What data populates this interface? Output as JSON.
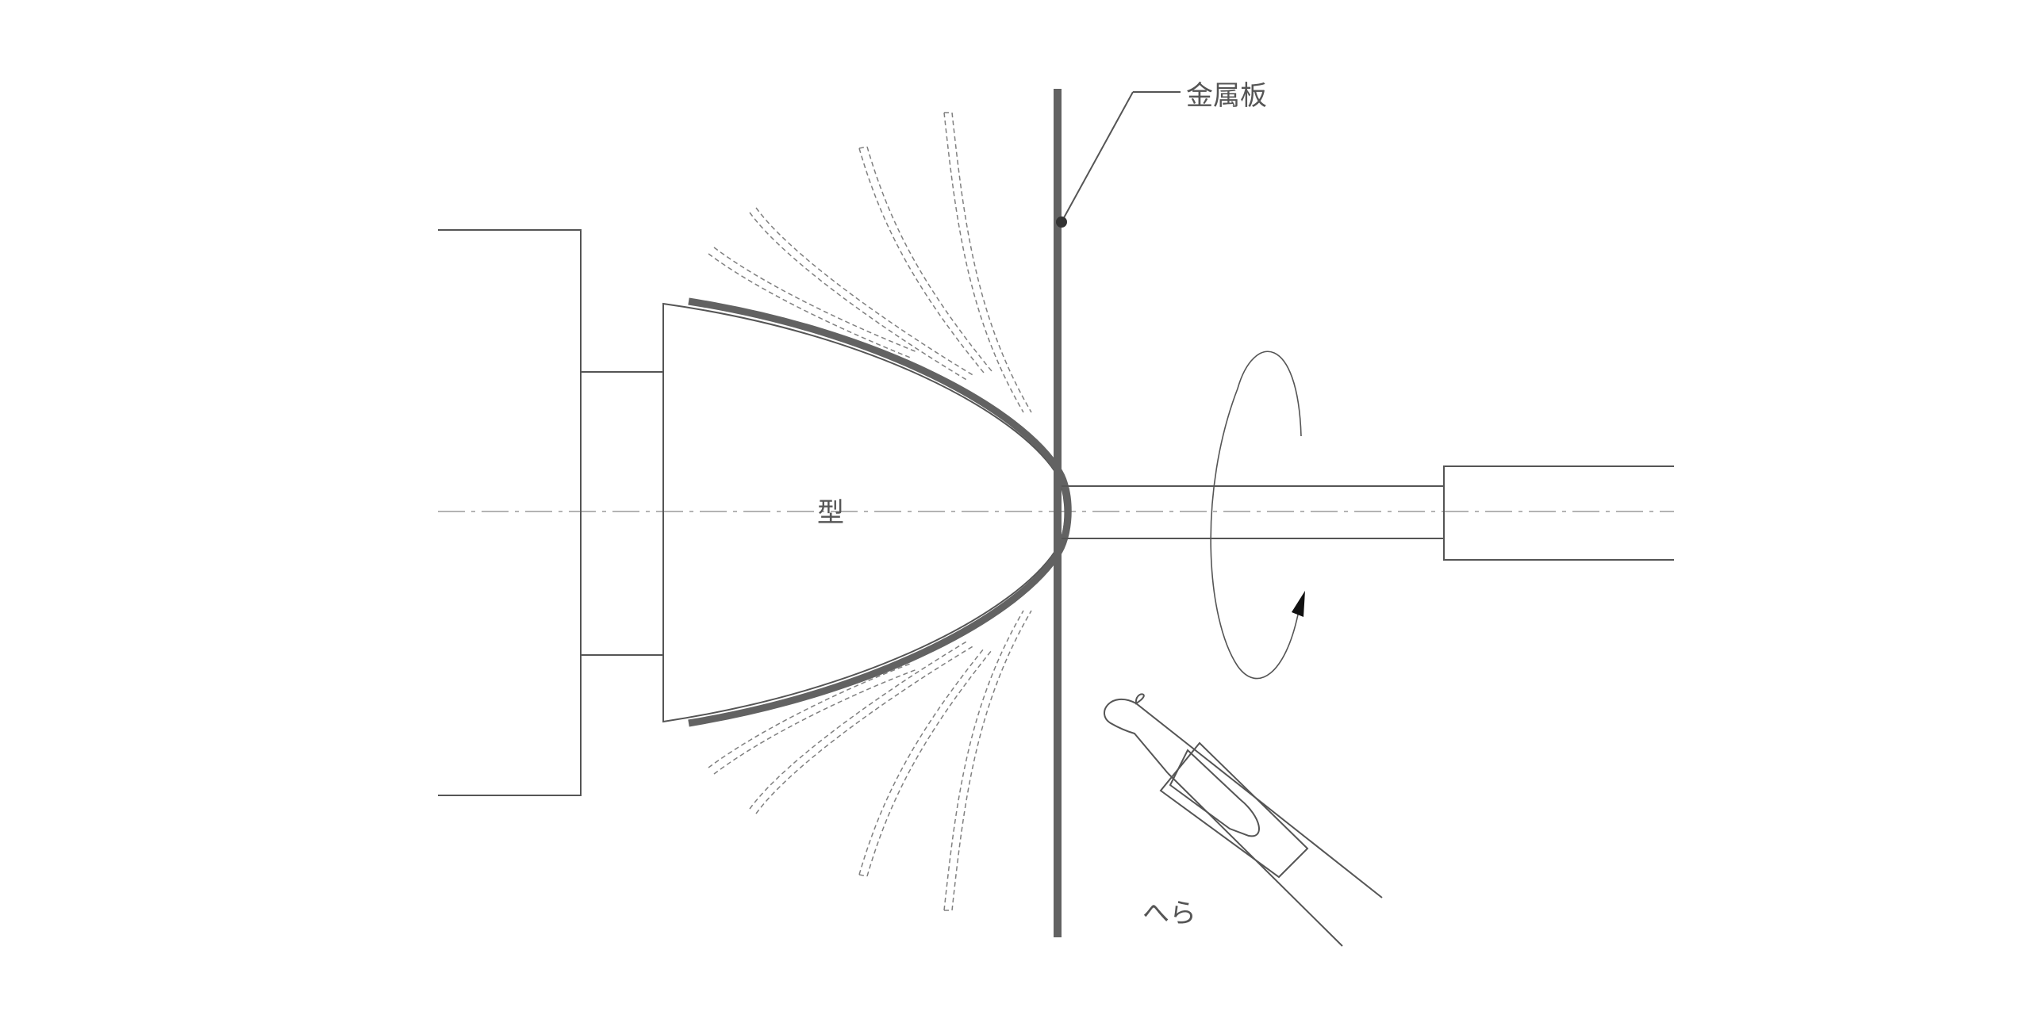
{
  "labels": {
    "metal_sheet": "金属板",
    "mold": "型",
    "spatula": "へら"
  },
  "icons": {
    "rotation": "rotation-arrow-icon"
  },
  "colors": {
    "background": "#ffffff",
    "line": "#555555",
    "sheet": "#626262",
    "center_line": "#9a9a9a",
    "ghost_line": "#808080"
  }
}
